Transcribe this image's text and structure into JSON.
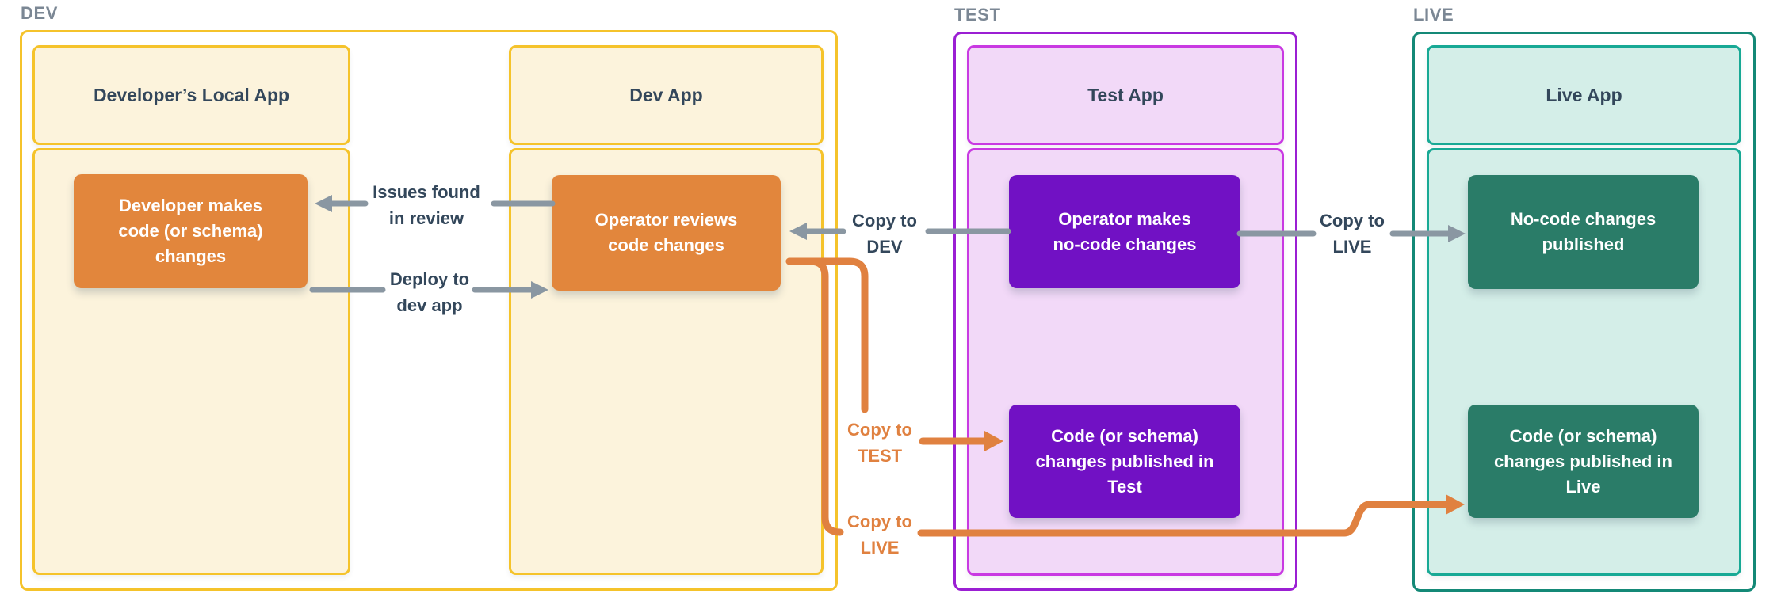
{
  "dev": {
    "label": "DEV",
    "local_app": {
      "title": "Developer’s Local App",
      "node": "Developer makes\ncode (or schema)\nchanges"
    },
    "dev_app": {
      "title": "Dev App",
      "node": "Operator reviews\ncode changes"
    }
  },
  "test": {
    "label": "TEST",
    "app": {
      "title": "Test App",
      "node_top": "Operator makes\nno-code changes",
      "node_bottom": "Code (or schema)\nchanges published in\nTest"
    }
  },
  "live": {
    "label": "LIVE",
    "app": {
      "title": "Live App",
      "node_top": "No-code changes\npublished",
      "node_bottom": "Code (or schema)\nchanges published in\nLive"
    }
  },
  "flow_labels": {
    "issues_found": "Issues found\nin review",
    "deploy": "Deploy to\ndev app",
    "copy_to_dev": "Copy to\nDEV",
    "copy_to_live_nocode": "Copy to\nLIVE",
    "copy_to_test": "Copy to\nTEST",
    "copy_to_live_code": "Copy to\nLIVE"
  },
  "colors": {
    "yellow_border": "#F5C32B",
    "yellow_fill": "#FCF3DC",
    "orange_node": "#E2863C",
    "orange_line": "#E08140",
    "purple_outer_border": "#9B1FD3",
    "purple_inner_border": "#C93AE2",
    "purple_fill": "#F2D9F8",
    "purple_node": "#7111C4",
    "teal_outer_border": "#148977",
    "teal_inner_border": "#18A995",
    "teal_fill": "#D4EEE8",
    "teal_node": "#2A7C68",
    "gray_arrow": "#8A97A2",
    "label_text": "#33475B",
    "section_label_text": "#7B8794"
  }
}
